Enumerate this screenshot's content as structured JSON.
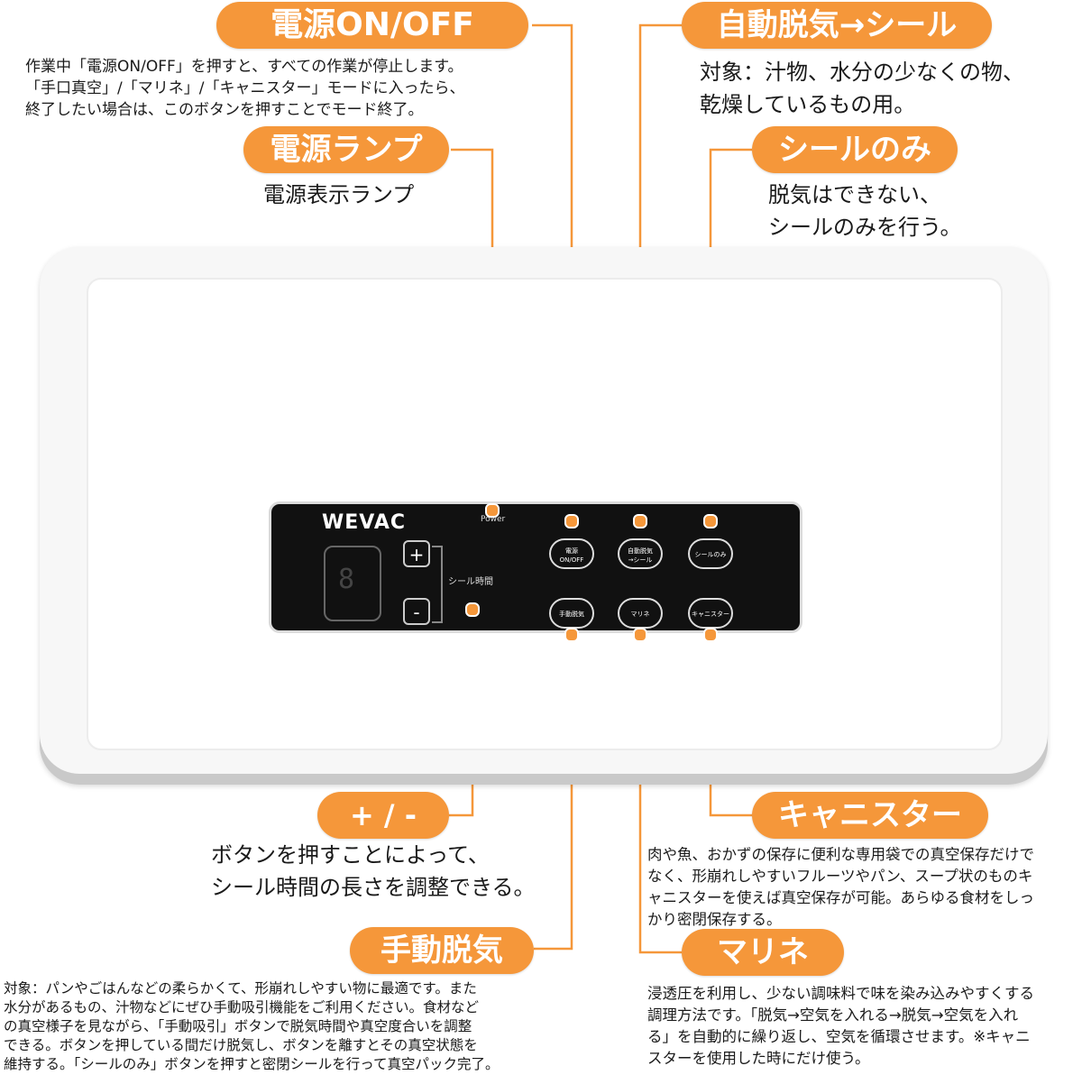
{
  "callouts": {
    "power_onoff": {
      "title": "電源ON/OFF",
      "description": "作業中「電源ON/OFF」を押すと、すべての作業が停止します。\n「手口真空」/「マリネ」/「キャニスター」モードに入ったら、\n終了したい場合は、このボタンを押すことでモード終了。"
    },
    "power_lamp": {
      "title": "電源ランプ",
      "description": "電源表示ランプ"
    },
    "auto": {
      "title": "自動脱気→シール",
      "description": "対象：汁物、水分の少なくの物、\n乾燥しているもの用。"
    },
    "seal_only": {
      "title": "シールのみ",
      "description": "脱気はできない、\nシールのみを行う。"
    },
    "plus_minus": {
      "title": "+ / -",
      "description": "ボタンを押すことによって、\nシール時間の長さを調整できる。"
    },
    "canister": {
      "title": "キャニスター",
      "description": "肉や魚、おかずの保存に便利な専用袋での真空保存だけで\nなく、形崩れしやすいフルーツやパン、スープ状のものキ\nャニスターを使えば真空保存が可能。あらゆる食材をしっ\nかり密閉保存する。"
    },
    "manual": {
      "title": "手動脱気",
      "description": "対象：パンやごはんなどの柔らかくて、形崩れしやすい物に最適です。また\n水分があるもの、汁物などにぜひ手動吸引機能をご利用ください。食材など\nの真空様子を見ながら、「手動吸引」ボタンで脱気時間や真空度合いを調整\nできる。ボタンを押している間だけ脱気し、ボタンを離すとその真空状態を\n維持する。「シールのみ」ボタンを押すと密閉シールを行って真空パック完了。"
    },
    "marinate": {
      "title": "マリネ",
      "description": "浸透圧を利用し、少ない調味料で味を染み込みやすくする\n調理方法です。「脱気→空気を入れる→脱気→空気を入れ\nる」を自動的に繰り返し、空気を循環させます。※キャニ\nスターを使用した時にだけ使う。"
    }
  },
  "panel": {
    "brand": "WEVAC",
    "power_label": "Power",
    "display_digit": "8",
    "plus": "+",
    "minus": "-",
    "seal_time_label": "シール時間",
    "buttons": {
      "power": "電源\nON/OFF",
      "auto": "自動脱気\n→シール",
      "seal_only": "シールのみ",
      "manual": "手動脱気",
      "marinate": "マリネ",
      "canister": "キャニスター"
    }
  },
  "colors": {
    "accent": "#f5973a",
    "panel": "#111111",
    "body": "#f7f7f7"
  }
}
